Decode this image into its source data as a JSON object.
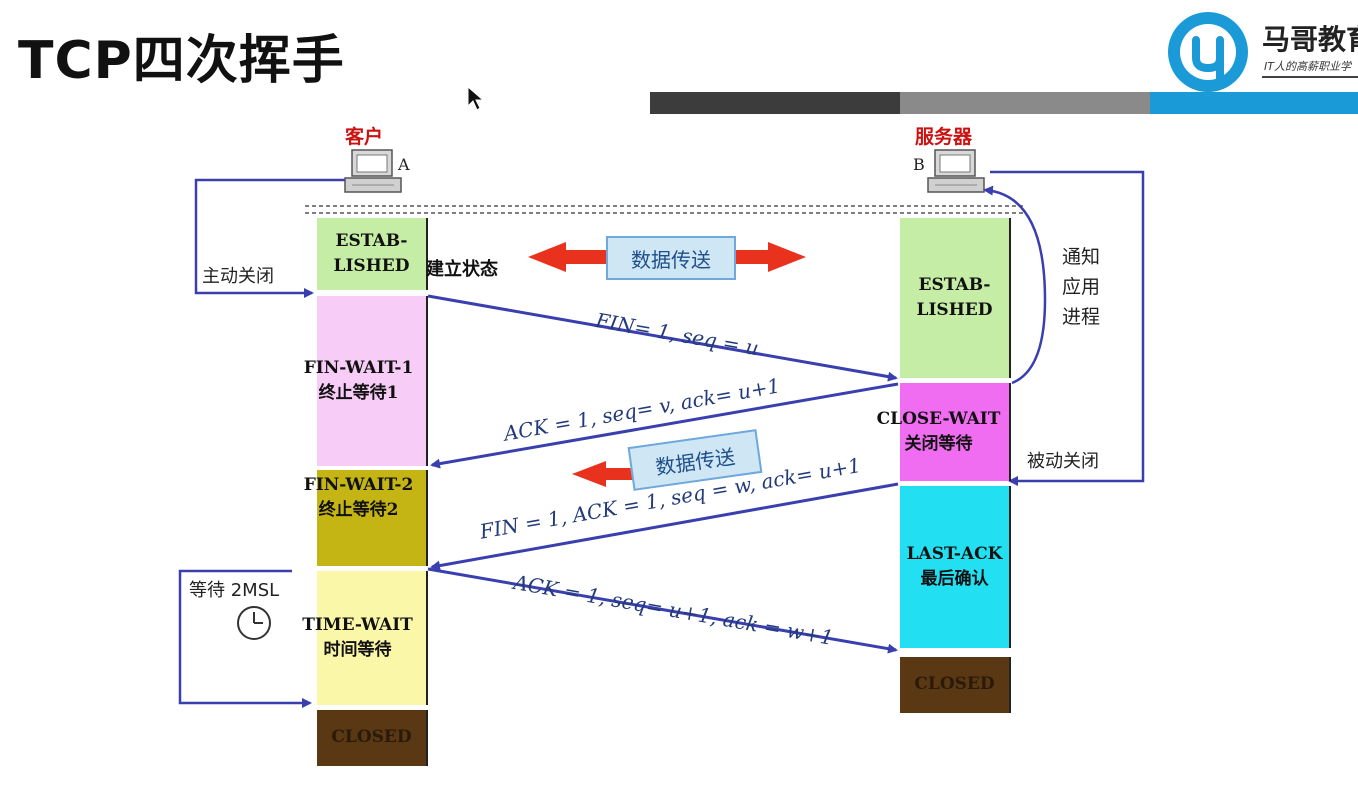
{
  "header": {
    "title": "TCP四次挥手",
    "logo_name": "马哥教育",
    "logo_sub": "IT人的高薪职业学"
  },
  "colors": {
    "established": "#c6eda5",
    "fin_wait_1": "#f7ccf7",
    "fin_wait_2": "#c4b514",
    "time_wait": "#fbf7a8",
    "closed": "#5a3814",
    "close_wait": "#f06cf0",
    "last_ack": "#22e0f2",
    "arrow_blue": "#3a3fb0",
    "arrow_red": "#e8321e"
  },
  "diagram": {
    "client_title": "客户",
    "client_letter": "A",
    "server_title": "服务器",
    "server_letter": "B",
    "client_states": [
      {
        "line1": "ESTAB-",
        "line2": "LISHED"
      },
      {
        "line1": "FIN-WAIT-1",
        "line2": "终止等待1"
      },
      {
        "line1": "FIN-WAIT-2",
        "line2": "终止等待2"
      },
      {
        "line1": "TIME-WAIT",
        "line2": "时间等待"
      },
      {
        "line1": "CLOSED",
        "line2": ""
      }
    ],
    "server_states": [
      {
        "line1": "ESTAB-",
        "line2": "LISHED"
      },
      {
        "line1": "CLOSE-WAIT",
        "line2": "关闭等待"
      },
      {
        "line1": "LAST-ACK",
        "line2": "最后确认"
      },
      {
        "line1": "CLOSED",
        "line2": ""
      }
    ],
    "established_state_label": "建立状态",
    "data_transfer_1": "数据传送",
    "data_transfer_2": "数据传送",
    "active_close": "主动关闭",
    "passive_close": "被动关闭",
    "notify_app": [
      "通知",
      "应用",
      "进程"
    ],
    "wait_2msl": "等待 2MSL",
    "messages": [
      "FIN= 1, seq = u",
      "ACK = 1, seq= v, ack= u+1",
      "FIN = 1, ACK = 1, seq = w, ack= u+1",
      "ACK = 1, seq= u+1, ack = w+1"
    ]
  }
}
